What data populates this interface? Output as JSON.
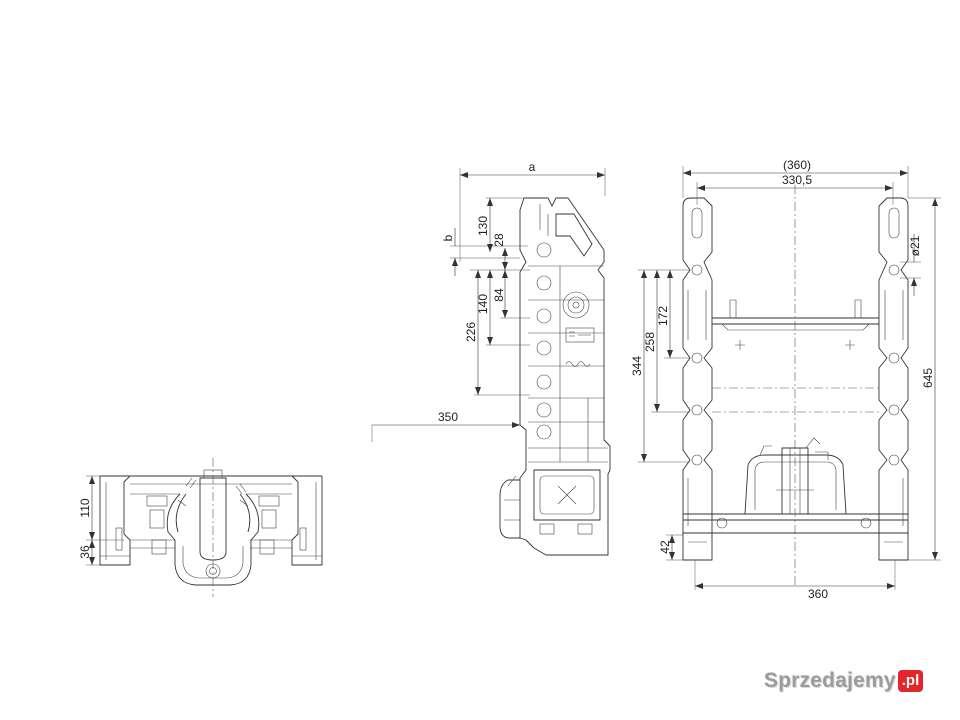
{
  "views": {
    "front": {
      "dims": {
        "d110": "110",
        "d36": "36"
      }
    },
    "side": {
      "dims": {
        "a": "a",
        "b": "b",
        "d130": "130",
        "d28": "28",
        "d140": "140",
        "d84": "84",
        "d226": "226",
        "d350": "350"
      }
    },
    "rear": {
      "dims": {
        "d360_ref": "(360)",
        "d330_5": "330,5",
        "dia21": "ø21",
        "d258": "258",
        "d172": "172",
        "d344": "344",
        "d645": "645",
        "d42": "42",
        "d360": "360"
      }
    }
  },
  "watermark": {
    "brand": "Sprzedajemy",
    "suffix": ".pl"
  },
  "colors": {
    "line": "#333333",
    "watermark_text": "#9b9b9b",
    "watermark_badge": "#e3262b"
  }
}
